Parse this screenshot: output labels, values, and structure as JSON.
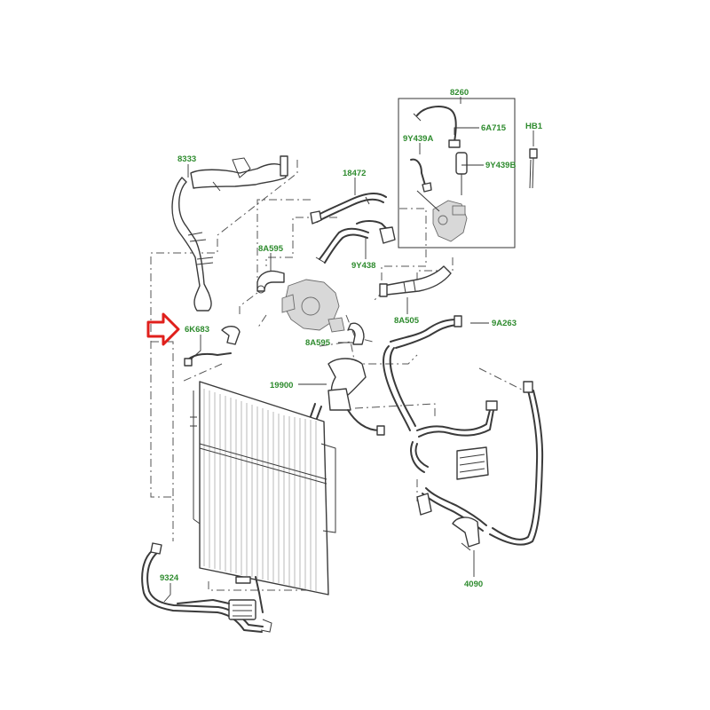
{
  "diagram": {
    "labels": {
      "p8260": "8260",
      "p6A715": "6A715",
      "p9Y439A": "9Y439A",
      "p9Y439B": "9Y439B",
      "pHB1": "HB1",
      "p8333": "8333",
      "p18472": "18472",
      "p8A595_top": "8A595",
      "p9Y438": "9Y438",
      "p8A505": "8A505",
      "p6K683": "6K683",
      "p9A263": "9A263",
      "p8A595_bottom": "8A595",
      "p19900": "19900",
      "p9324": "9324",
      "p4090": "4090"
    },
    "colors": {
      "label": "#2e8b2e",
      "pointer_arrow": "#e0201c",
      "line": "#3a3a3a"
    },
    "pointer_icon": "right-arrow-icon"
  }
}
